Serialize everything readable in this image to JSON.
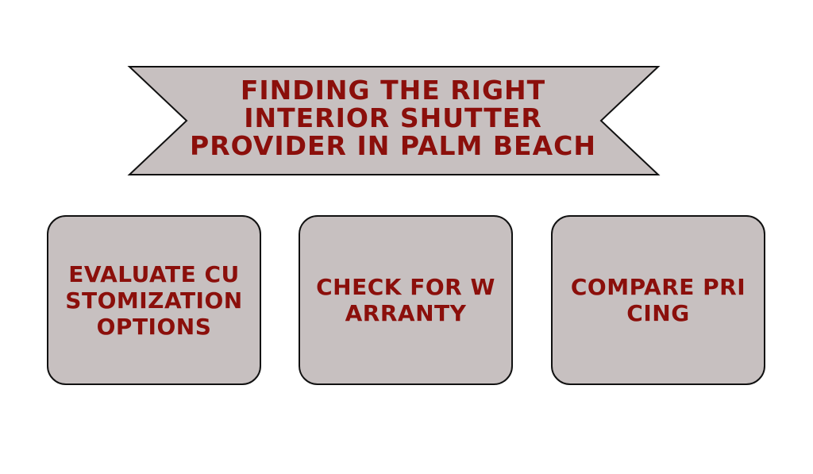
{
  "banner": {
    "title": "FINDING THE RIGHT INTERIOR SHUTTER PROVIDER IN PALM BEACH"
  },
  "boxes": [
    {
      "label": "EVALUATE CUSTOMIZATION OPTIONS"
    },
    {
      "label": "CHECK FOR WARRANTY"
    },
    {
      "label": "COMPARE PRICING"
    }
  ],
  "colors": {
    "fill": "#c7c0c0",
    "text": "#8b0f0b",
    "outline": "#111111",
    "background": "#ffffff"
  }
}
